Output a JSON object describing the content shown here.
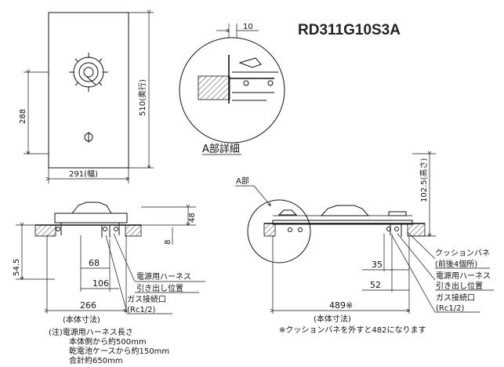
{
  "model": "RD311G10S3A",
  "detail": {
    "width_dim": "10",
    "caption": "A部詳細"
  },
  "top_view": {
    "width_label": "291(幅)",
    "depth_label": "510(奥行)",
    "burner_offset": "288"
  },
  "front_view": {
    "height_above": "48",
    "panel_thickness": "8",
    "height_below": "54.5",
    "dim_68": "68",
    "dim_106": "106",
    "dim_266": "266",
    "body_size": "(本体寸法)",
    "harness_label_1": "電源用ハーネス",
    "harness_label_2": "引き出し位置",
    "gas_label_1": "ガス接続口",
    "gas_label_2": "(Rc1/2)"
  },
  "side_view": {
    "section_label": "A部",
    "height_label": "102.5(高さ)",
    "dim_35": "35",
    "dim_52": "52",
    "dim_489": "489※",
    "body_size": "(本体寸法)",
    "cushion_label_1": "クッションバネ",
    "cushion_label_2": "(前後4個所)",
    "harness_label_1": "電源用ハーネス",
    "harness_label_2": "引き出し位置",
    "gas_label_1": "ガス接続口",
    "gas_label_2": "(Rc1/2)",
    "footnote": "※クッションバネを外すと482になります"
  },
  "note": {
    "line1": "(注)電源用ハーネス長さ",
    "line2": "本体側から約500mm",
    "line3": "乾電池ケースから約150mm",
    "line4": "合計約650mm"
  }
}
